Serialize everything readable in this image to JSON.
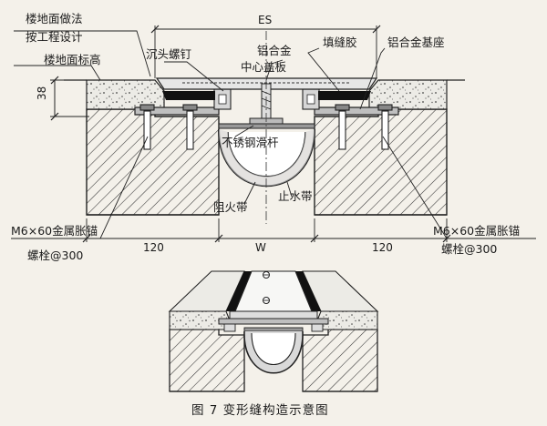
{
  "labels": {
    "floor_method_1": "楼地面做法",
    "floor_method_2": "按工程设计",
    "floor_elevation": "楼地面标高",
    "es": "ES",
    "countersunk_screw": "沉头螺钉",
    "alu_cover_1": "铝合金",
    "alu_cover_2": "中心盖板",
    "sealant": "填缝胶",
    "alu_base": "铝合金基座",
    "depth_38": "38",
    "ss_slide_bar": "不锈钢滑杆",
    "fire_strip": "阻火带",
    "water_stop": "止水带",
    "anchor_left_1": "M6×60金属胀锚",
    "anchor_left_2": "螺栓@300",
    "anchor_right_1": "M6×60金属胀锚",
    "anchor_right_2": "螺栓@300",
    "dim_left": "120",
    "dim_w": "W",
    "dim_right": "120"
  },
  "caption": "图 7    变形缝构造示意图"
}
